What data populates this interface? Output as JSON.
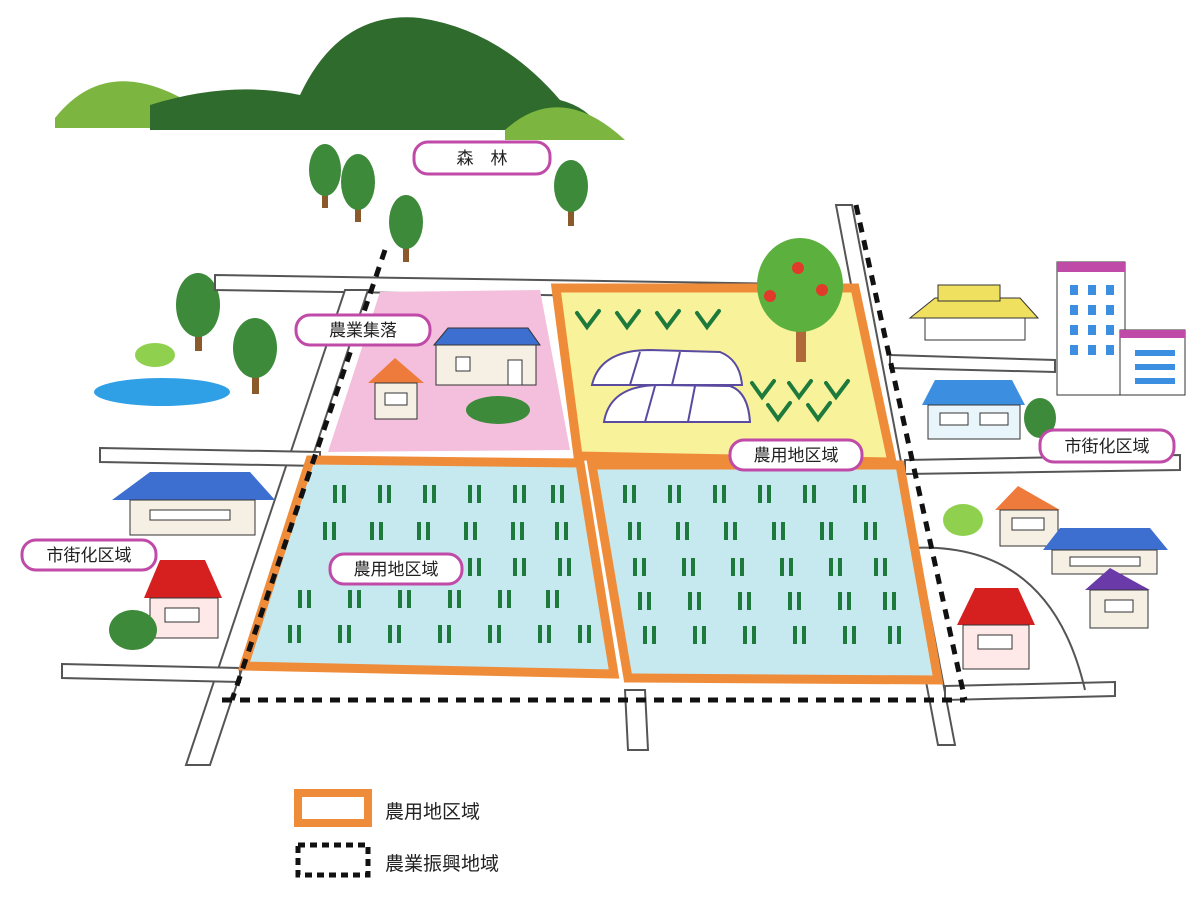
{
  "labels": {
    "forest": "森　林",
    "village": "農業集落",
    "farmland_upper": "農用地区域",
    "farmland_lower": "農用地区域",
    "urban_left": "市街化区域",
    "urban_right": "市街化区域"
  },
  "legend": {
    "farmland": {
      "label": "農用地区域",
      "swatch": "orange-outline-box"
    },
    "promotion": {
      "label": "農業振興地域",
      "swatch": "dashed-outline-box"
    }
  },
  "colors": {
    "farmland_border": "#ef8c3a",
    "paddy_fill": "#c6e9ef",
    "orchard_fill": "#f8f39a",
    "village_fill": "#f3bfdc",
    "label_border": "#c04aa8",
    "crop": "#1e7a3c",
    "mountain_dark": "#2e6b2c",
    "mountain_light": "#7cb540"
  }
}
